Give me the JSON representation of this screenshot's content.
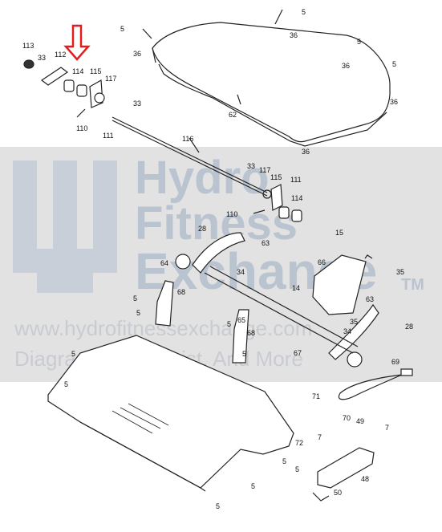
{
  "watermark": {
    "line1": "Hydro",
    "line2": "Fitness",
    "line3": "Exchange",
    "trademark": "TM",
    "url": "www.hydrofitnessexchange.com",
    "tagline": "Diagrams, Parts List, And More"
  },
  "callouts": [
    "5",
    "36",
    "5",
    "36",
    "36",
    "5",
    "36",
    "5",
    "36",
    "62",
    "113",
    "33",
    "112",
    "114",
    "115",
    "117",
    "33",
    "110",
    "111",
    "116",
    "33",
    "117",
    "115",
    "111",
    "114",
    "110",
    "15",
    "28",
    "63",
    "64",
    "34",
    "66",
    "35",
    "14",
    "68",
    "65",
    "5",
    "5",
    "35",
    "34",
    "63",
    "28",
    "5",
    "68",
    "67",
    "5",
    "69",
    "5",
    "5",
    "71",
    "70",
    "49",
    "7",
    "7",
    "72",
    "5",
    "5",
    "48",
    "50",
    "5",
    "5"
  ],
  "pointer": {
    "label": "selected-part-arrow",
    "color": "#e21d1d"
  }
}
